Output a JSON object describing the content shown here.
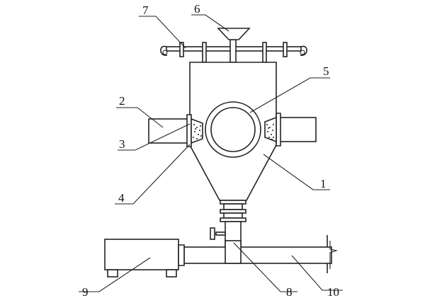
{
  "diagram": {
    "labels": [
      {
        "id": "1",
        "text": "1"
      },
      {
        "id": "2",
        "text": "2"
      },
      {
        "id": "3",
        "text": "3"
      },
      {
        "id": "4",
        "text": "4"
      },
      {
        "id": "5",
        "text": "5"
      },
      {
        "id": "6",
        "text": "6"
      },
      {
        "id": "7",
        "text": "7"
      },
      {
        "id": "8",
        "text": "8"
      },
      {
        "id": "9",
        "text": "9"
      },
      {
        "id": "10",
        "text": "10"
      }
    ]
  }
}
